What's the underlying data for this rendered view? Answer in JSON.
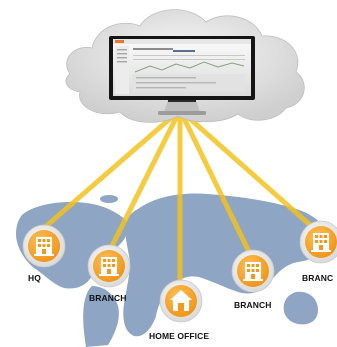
{
  "colors": {
    "beam": "#f4c21f",
    "node_fill": "#f6a623",
    "node_ring": "#ededed",
    "map": "#8fa6c4",
    "cloud": "#e6e6e6",
    "monitor": "#1b1b1b"
  },
  "nodes": [
    {
      "id": "hq",
      "label": "HQ",
      "icon": "office-building-icon"
    },
    {
      "id": "branch1",
      "label": "BRANCH",
      "icon": "office-building-icon"
    },
    {
      "id": "home",
      "label": "HOME OFFICE",
      "icon": "house-icon"
    },
    {
      "id": "branch2",
      "label": "BRANCH",
      "icon": "office-building-icon"
    },
    {
      "id": "branch3",
      "label": "BRANC",
      "icon": "office-building-icon"
    }
  ]
}
